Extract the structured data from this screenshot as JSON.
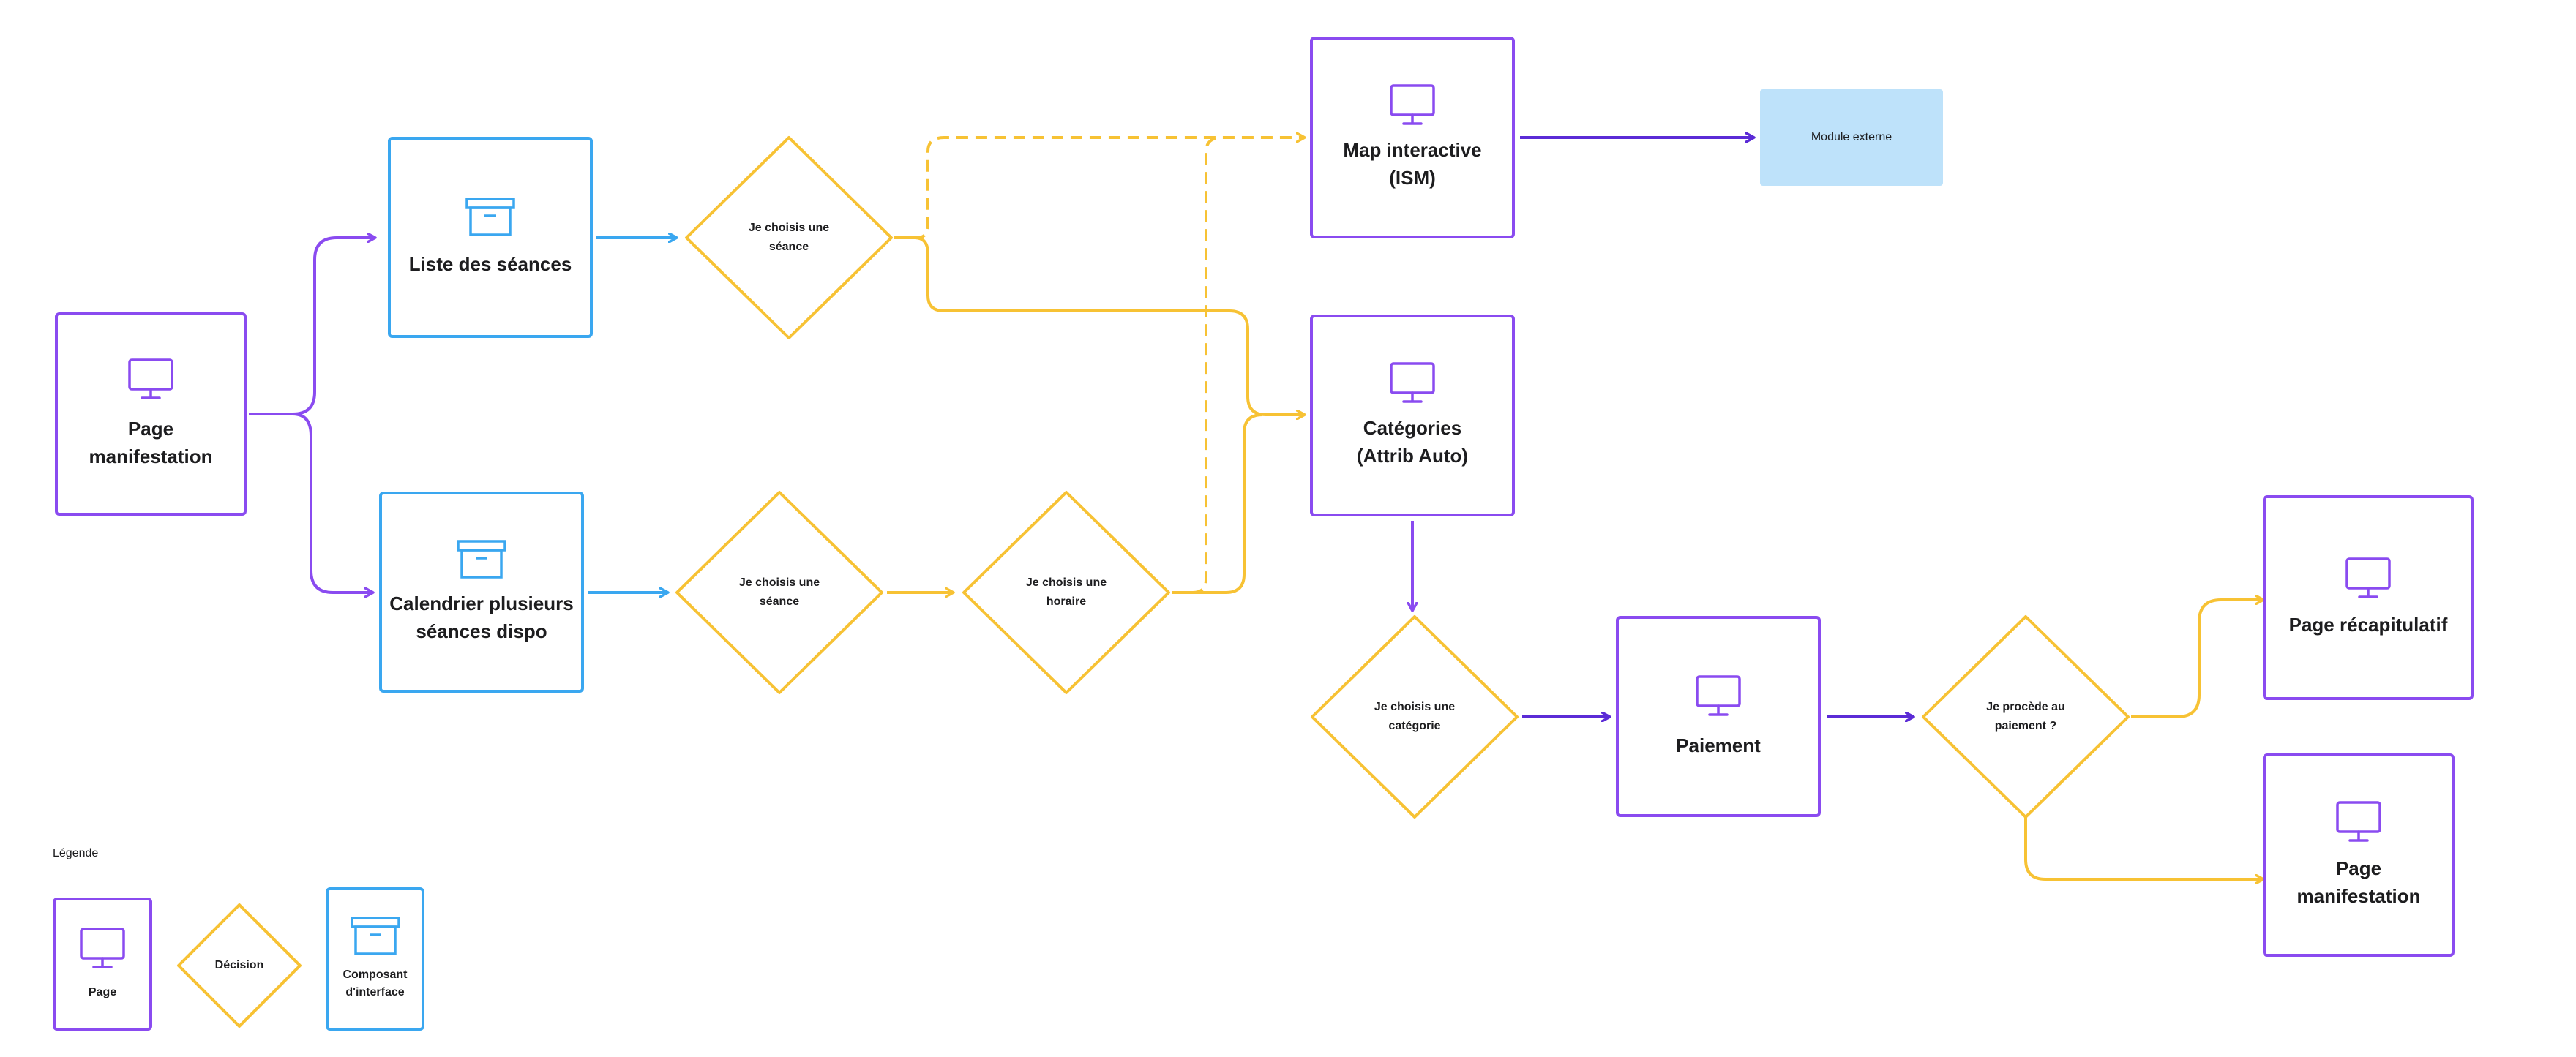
{
  "nodes": {
    "page_manifestation_left": {
      "label": "Page\nmanifestation"
    },
    "liste_seances": {
      "label": "Liste des séances"
    },
    "calendrier": {
      "label": "Calendrier plusieurs\nséances dispo"
    },
    "map_interactive": {
      "label": "Map interactive\n(ISM)"
    },
    "categories": {
      "label": "Catégories\n(Attrib Auto)"
    },
    "paiement": {
      "label": "Paiement"
    },
    "page_recapitulatif": {
      "label": "Page récapitulatif"
    },
    "page_manifestation_right": {
      "label": "Page\nmanifestation"
    },
    "module_externe": {
      "label": "Module externe"
    }
  },
  "decisions": {
    "choisis_seance_top": "Je choisis une\nséance",
    "choisis_seance_bottom": "Je choisis une\nséance",
    "choisis_horaire": "Je choisis une\nhoraire",
    "choisis_categorie": "Je choisis une\ncatégorie",
    "procede_paiement": "Je procède au\npaiement ?"
  },
  "legend": {
    "title": "Légende",
    "page": "Page",
    "decision": "Décision",
    "composant": "Composant\nd'interface"
  },
  "colors": {
    "page": "#8a4bf0",
    "component": "#3aa7f0",
    "decision": "#f7c234",
    "arrow_dark": "#5b2bd6",
    "external": "#bee2fa"
  },
  "icons": {
    "page": "monitor-icon",
    "component": "archive-box-icon"
  }
}
